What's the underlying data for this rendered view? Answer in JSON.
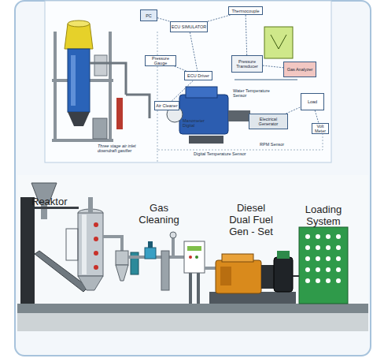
{
  "diagram": {
    "nodes": [
      {
        "text": [
          "PC"
        ]
      },
      {
        "text": [
          "ECU SIMULATOR"
        ]
      },
      {
        "text": [
          "Thermocouple"
        ]
      },
      {
        "text": [
          "Pressure Gauge"
        ]
      },
      {
        "text": [
          "ECU Driver"
        ]
      },
      {
        "text": [
          "Pressure Transducer"
        ]
      },
      {
        "text": [
          "Gas Analyzer"
        ]
      },
      {
        "text": [
          "Load"
        ]
      },
      {
        "text": [
          "Air Cleaner"
        ]
      },
      {
        "text": [
          "Electrical Generator"
        ]
      },
      {
        "text": [
          "Volt Meter"
        ]
      }
    ],
    "edges": [
      {
        "from": 0,
        "to": 1,
        "arrow": "none"
      },
      {
        "from": 1,
        "to": 2,
        "arrow": "none"
      },
      {
        "from": 1,
        "to": 4,
        "arrow": "none"
      },
      {
        "from": 3,
        "to": 4,
        "arrow": "none"
      },
      {
        "from": 2,
        "to": 5,
        "arrow": "none"
      },
      {
        "from": 5,
        "to": 6,
        "arrow": "none"
      },
      {
        "from": 9,
        "to": 7,
        "arrow": "none"
      },
      {
        "from": 7,
        "to": 10,
        "arrow": "none"
      },
      {
        "from": 8,
        "to": 4,
        "arrow": "none"
      }
    ],
    "labels": [
      "Three stage air inlet downdraft gasifier",
      "Water Temperature Sensor",
      "RPM Sensor",
      "Digital Temperature Sensor",
      "Manometer Digital",
      "Reaktor",
      "Gas Cleaning",
      "Diesel Dual Fuel Gen - Set",
      "Loading System"
    ]
  }
}
